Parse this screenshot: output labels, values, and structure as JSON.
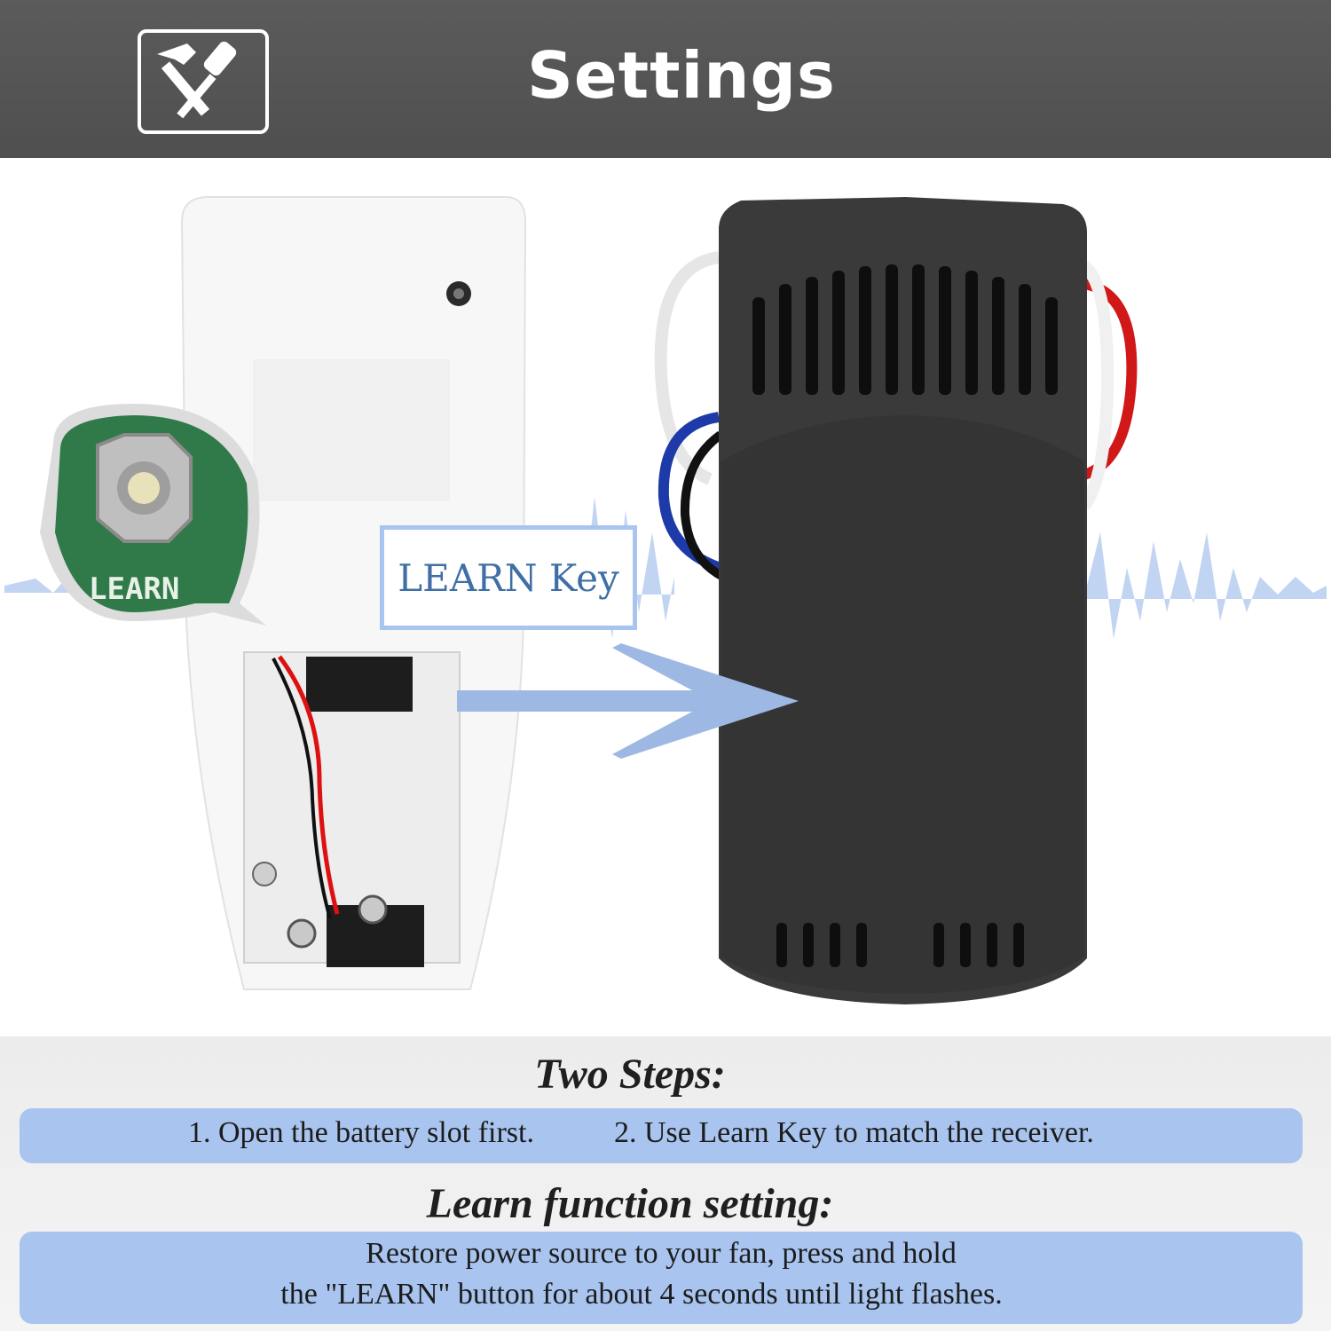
{
  "header": {
    "title": "Settings",
    "icon": "hammer-screwdriver-icon"
  },
  "illustration": {
    "learn_key_label": "LEARN Key",
    "button_print": "LEARN"
  },
  "two_steps": {
    "heading": "Two Steps:",
    "step1": "1. Open the battery slot first.",
    "step2": "2. Use Learn Key to match the receiver."
  },
  "learn_function": {
    "heading": "Learn function setting:",
    "line1": "Restore power source to your fan, press and hold",
    "line2": "the \"LEARN\" button for about 4 seconds until light flashes."
  },
  "colors": {
    "header_bg": "#555555",
    "accent_blue": "#a9c4ee",
    "label_text": "#3f6fa6",
    "receiver_body": "#3b3b3b"
  }
}
